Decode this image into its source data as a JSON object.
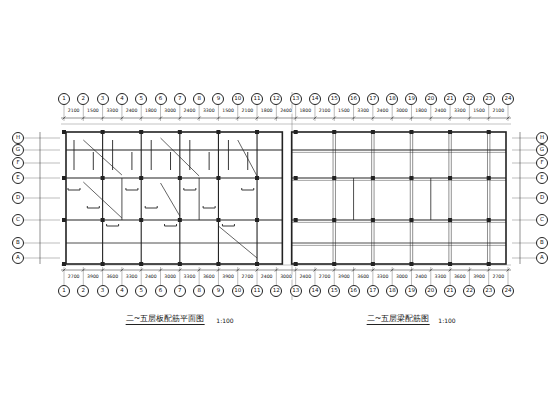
{
  "diagram": {
    "labels": [
      "1",
      "2",
      "3",
      "4",
      "5",
      "6",
      "7",
      "8",
      "9",
      "10",
      "11",
      "12",
      "13",
      "14",
      "15",
      "16",
      "17",
      "18",
      "19",
      "20",
      "21",
      "22",
      "23",
      "24",
      "1",
      "2",
      "3",
      "4",
      "5",
      "6",
      "7",
      "8",
      "9",
      "10",
      "11",
      "12",
      "13",
      "14",
      "15",
      "16",
      "17",
      "18",
      "19",
      "20",
      "21",
      "22",
      "23",
      "24",
      "A",
      "B",
      "C",
      "D",
      "E",
      "F",
      "G",
      "H",
      "A",
      "B",
      "C",
      "D",
      "E",
      "F",
      "G",
      "H",
      "2100",
      "1500",
      "3300",
      "2400",
      "1800",
      "3000",
      "2400",
      "3300",
      "1500",
      "2100",
      "1800",
      "2400",
      "1800",
      "2100",
      "1500",
      "3300",
      "2400",
      "3000",
      "1800",
      "2400",
      "3300",
      "1500",
      "2100",
      "2700",
      "3900",
      "3600",
      "3300",
      "2400",
      "3000",
      "3300",
      "3600",
      "3900",
      "2700",
      "2400",
      "3000",
      "2400",
      "2700",
      "3900",
      "3600",
      "3300",
      "3000",
      "2400",
      "3300",
      "3600",
      "3900",
      "2700",
      "二~五层板配筋平面图",
      "二~五层梁配筋图",
      "1:100",
      "1:100"
    ]
  }
}
